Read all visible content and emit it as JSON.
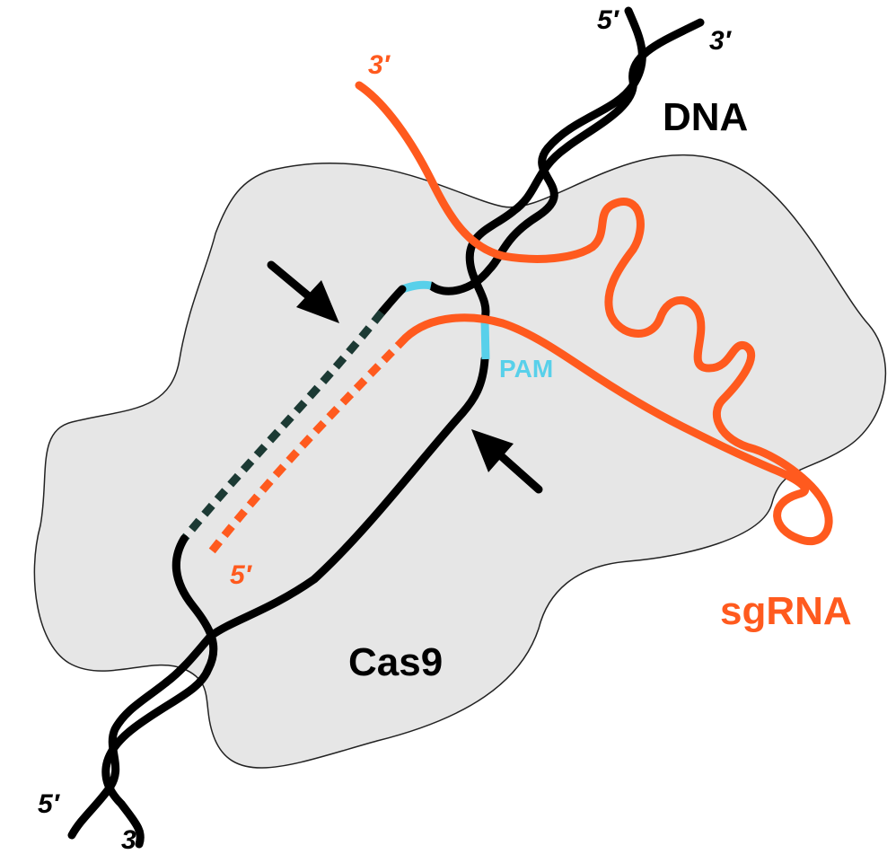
{
  "labels": {
    "dna": "DNA",
    "sgrna": "sgRNA",
    "cas9": "Cas9",
    "pam": "PAM",
    "dna_top_5prime": "5′",
    "dna_top_3prime": "3′",
    "dna_bottom_5prime": "5′",
    "dna_bottom_3prime": "3′",
    "rna_3prime": "3′",
    "rna_5prime": "5′"
  },
  "colors": {
    "dna": "#000000",
    "sgrna": "#ff5a1e",
    "pam": "#58d0ea",
    "cas9_fill": "#e6e6e6",
    "cas9_outline": "#222222",
    "target_strand": "#1c3a34"
  },
  "icons": {
    "arrow_top": "cleavage-arrow",
    "arrow_bottom": "cleavage-arrow"
  }
}
